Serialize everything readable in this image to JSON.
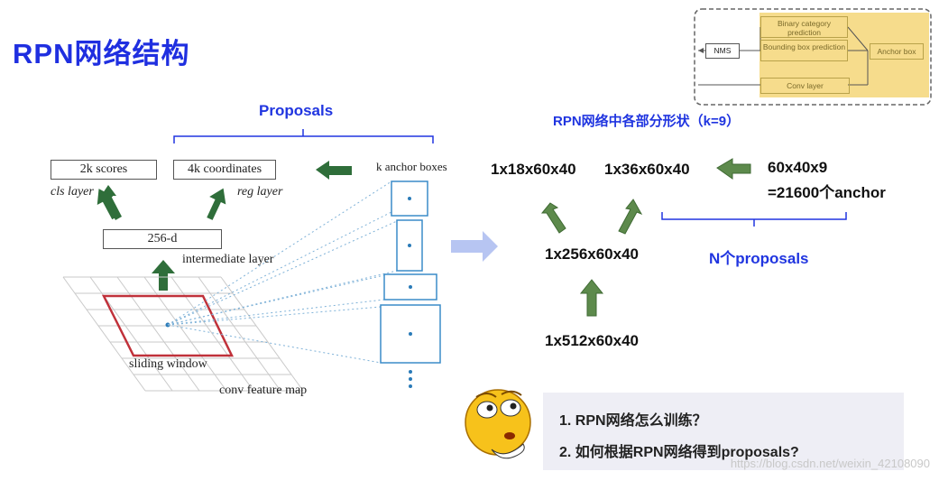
{
  "title": "RPN网络结构",
  "left_diagram": {
    "proposals_label": "Proposals",
    "scores_box": "2k scores",
    "coords_box": "4k coordinates",
    "cls_label": "cls layer",
    "reg_label": "reg layer",
    "intermediate_box": "256-d",
    "intermediate_label": "intermediate layer",
    "anchor_label": "k anchor boxes",
    "sliding_label": "sliding window",
    "feature_map_label": "conv feature map"
  },
  "inset": {
    "nms": "NMS",
    "binary": "Binary category prediction",
    "bbox": "Bounding box prediction",
    "anchor": "Anchor box",
    "conv": "Conv layer"
  },
  "shapes": {
    "heading": "RPN网络中各部分形状（k=9）",
    "cls_shape": "1x18x60x40",
    "reg_shape": "1x36x60x40",
    "anchor_calc_1": "60x40x9",
    "anchor_calc_2": "=21600个anchor",
    "mid_shape": "1x256x60x40",
    "in_shape": "1x512x60x40",
    "n_proposals": "N个proposals"
  },
  "questions": [
    "1.  RPN网络怎么训练？",
    "2.  如何根据RPN网络得到proposals?"
  ],
  "watermark": "https://blog.csdn.net/weixin_42108090",
  "colors": {
    "title_blue": "#1f2fe0",
    "arrow_green": "#2f6e3a",
    "grid_red": "#c0313a",
    "anchor_blue": "#3a8cc8",
    "inset_yellow": "#f6dc8c"
  }
}
